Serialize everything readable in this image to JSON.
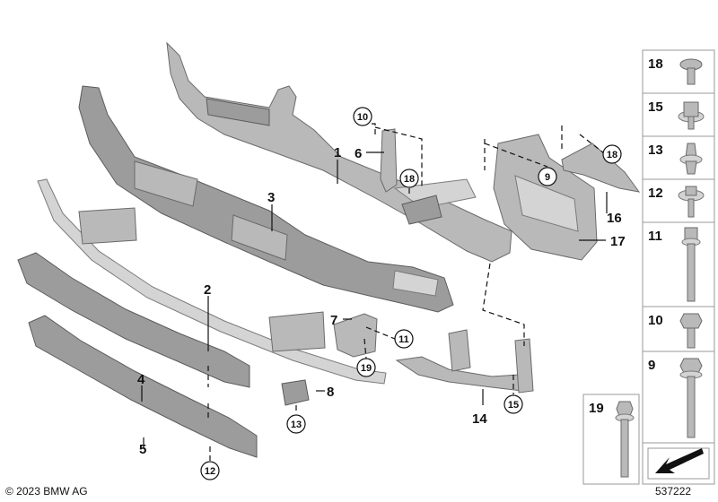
{
  "callouts": {
    "c1": "1",
    "c2": "2",
    "c3": "3",
    "c4": "4",
    "c5": "5",
    "c6": "6",
    "c7": "7",
    "c8": "8",
    "c14": "14",
    "c16": "16",
    "c17": "17"
  },
  "circled": {
    "b10_top": "10",
    "b18_mid": "18",
    "b9_mid": "9",
    "b18_right": "18",
    "b11": "11",
    "b19": "19",
    "b13": "13",
    "b15": "15",
    "b12": "12"
  },
  "side_panel": {
    "items": [
      "18",
      "15",
      "13",
      "12",
      "11",
      "10",
      "9"
    ],
    "item_19": "19"
  },
  "footer": {
    "copyright": "© 2023 BMW AG",
    "diagram_id": "537222"
  }
}
